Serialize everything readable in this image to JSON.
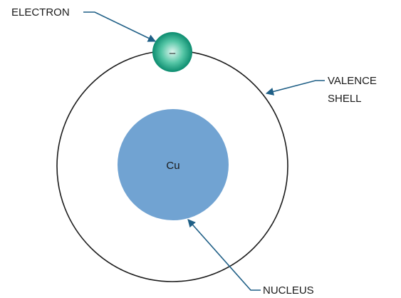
{
  "labels": {
    "electron": "ELECTRON",
    "electron_charge": "–",
    "valence_shell_line1": "VALENCE",
    "valence_shell_line2": "SHELL",
    "nucleus_symbol": "Cu",
    "nucleus": "NUCLEUS"
  },
  "colors": {
    "nucleus_fill": "#71a3d2",
    "electron_core": "#dff5ef",
    "electron_mid": "#55c6a6",
    "electron_edge": "#0c8c6f",
    "shell_stroke": "#1a1a1a",
    "leader_line": "#1f5f86"
  }
}
